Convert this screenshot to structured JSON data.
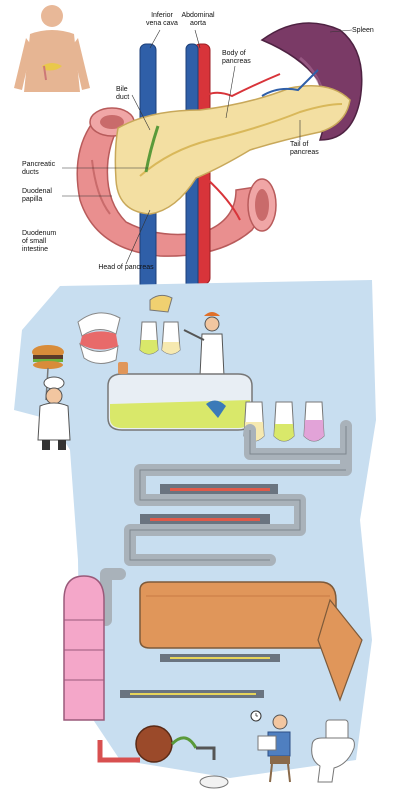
{
  "anatomy": {
    "labels": {
      "inferior_vena_cava": "Inferior\nvena cava",
      "abdominal_aorta": "Abdominal\naorta",
      "spleen": "Spleen",
      "body_of_pancreas": "Body of\npancreas",
      "bile_duct": "Bile\nduct",
      "tail_of_pancreas": "Tail of\npancreas",
      "pancreatic_ducts": "Pancreatic\nducts",
      "duodenal_papilla": "Duodenal\npapilla",
      "duodenum": "Duodenum\nof small\nintestine",
      "head_of_pancreas": "Head of pancreas"
    },
    "colors": {
      "pancreas": "#f3dfa2",
      "duodenum": "#e98f8f",
      "vena_cava": "#2f5fa8",
      "aorta": "#d8343a",
      "spleen": "#7a3a66"
    }
  },
  "digestion_cartoon": {
    "colors": {
      "background": "#c8def0",
      "pipe": "#a9b2ba",
      "tank_fill": "#d9e86a",
      "tank_pink": "#f4a7c9",
      "barrel": "#e0965a"
    },
    "icons": [
      "teeth-icon",
      "burger-icon",
      "chef-icon",
      "scientist-icon",
      "clock-icon",
      "toilet-icon",
      "reader-icon"
    ]
  }
}
